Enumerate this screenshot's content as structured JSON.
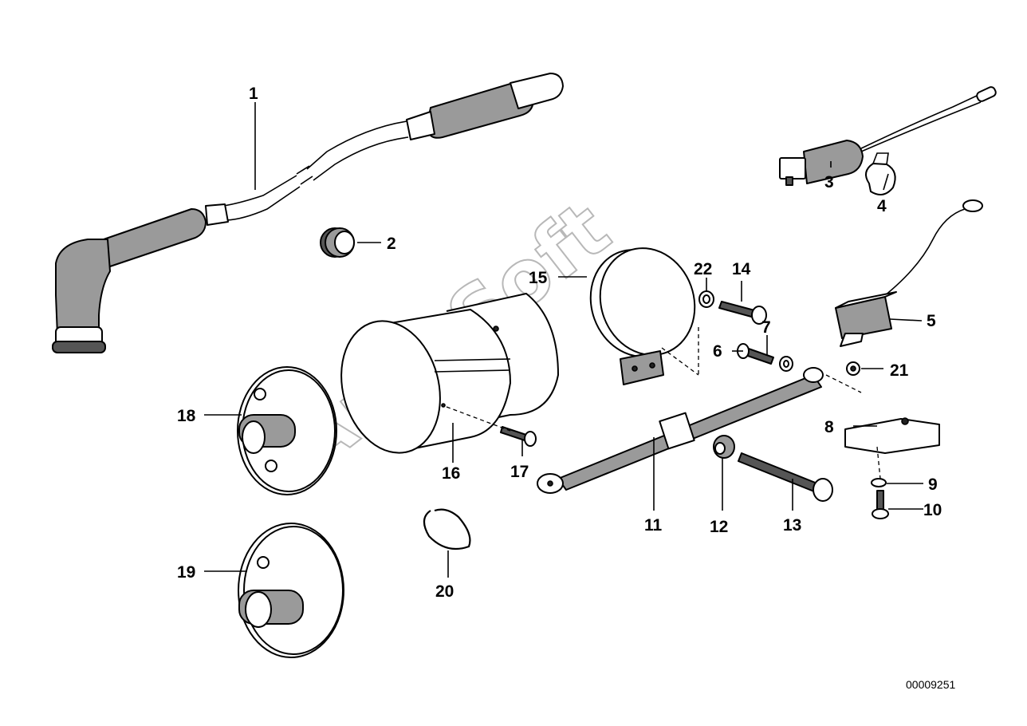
{
  "diagram": {
    "watermark": "AutoSoft",
    "reference_number": "00009251",
    "callouts": [
      {
        "id": "1",
        "label": "1"
      },
      {
        "id": "2",
        "label": "2"
      },
      {
        "id": "3",
        "label": "3"
      },
      {
        "id": "4",
        "label": "4"
      },
      {
        "id": "5",
        "label": "5"
      },
      {
        "id": "6",
        "label": "6"
      },
      {
        "id": "7",
        "label": "7"
      },
      {
        "id": "8",
        "label": "8"
      },
      {
        "id": "9",
        "label": "9"
      },
      {
        "id": "10",
        "label": "10"
      },
      {
        "id": "11",
        "label": "11"
      },
      {
        "id": "12",
        "label": "12"
      },
      {
        "id": "13",
        "label": "13"
      },
      {
        "id": "14",
        "label": "14"
      },
      {
        "id": "15",
        "label": "15"
      },
      {
        "id": "16",
        "label": "16"
      },
      {
        "id": "17",
        "label": "17"
      },
      {
        "id": "18",
        "label": "18"
      },
      {
        "id": "19",
        "label": "19"
      },
      {
        "id": "20",
        "label": "20"
      },
      {
        "id": "21",
        "label": "21"
      },
      {
        "id": "22",
        "label": "22"
      }
    ]
  }
}
